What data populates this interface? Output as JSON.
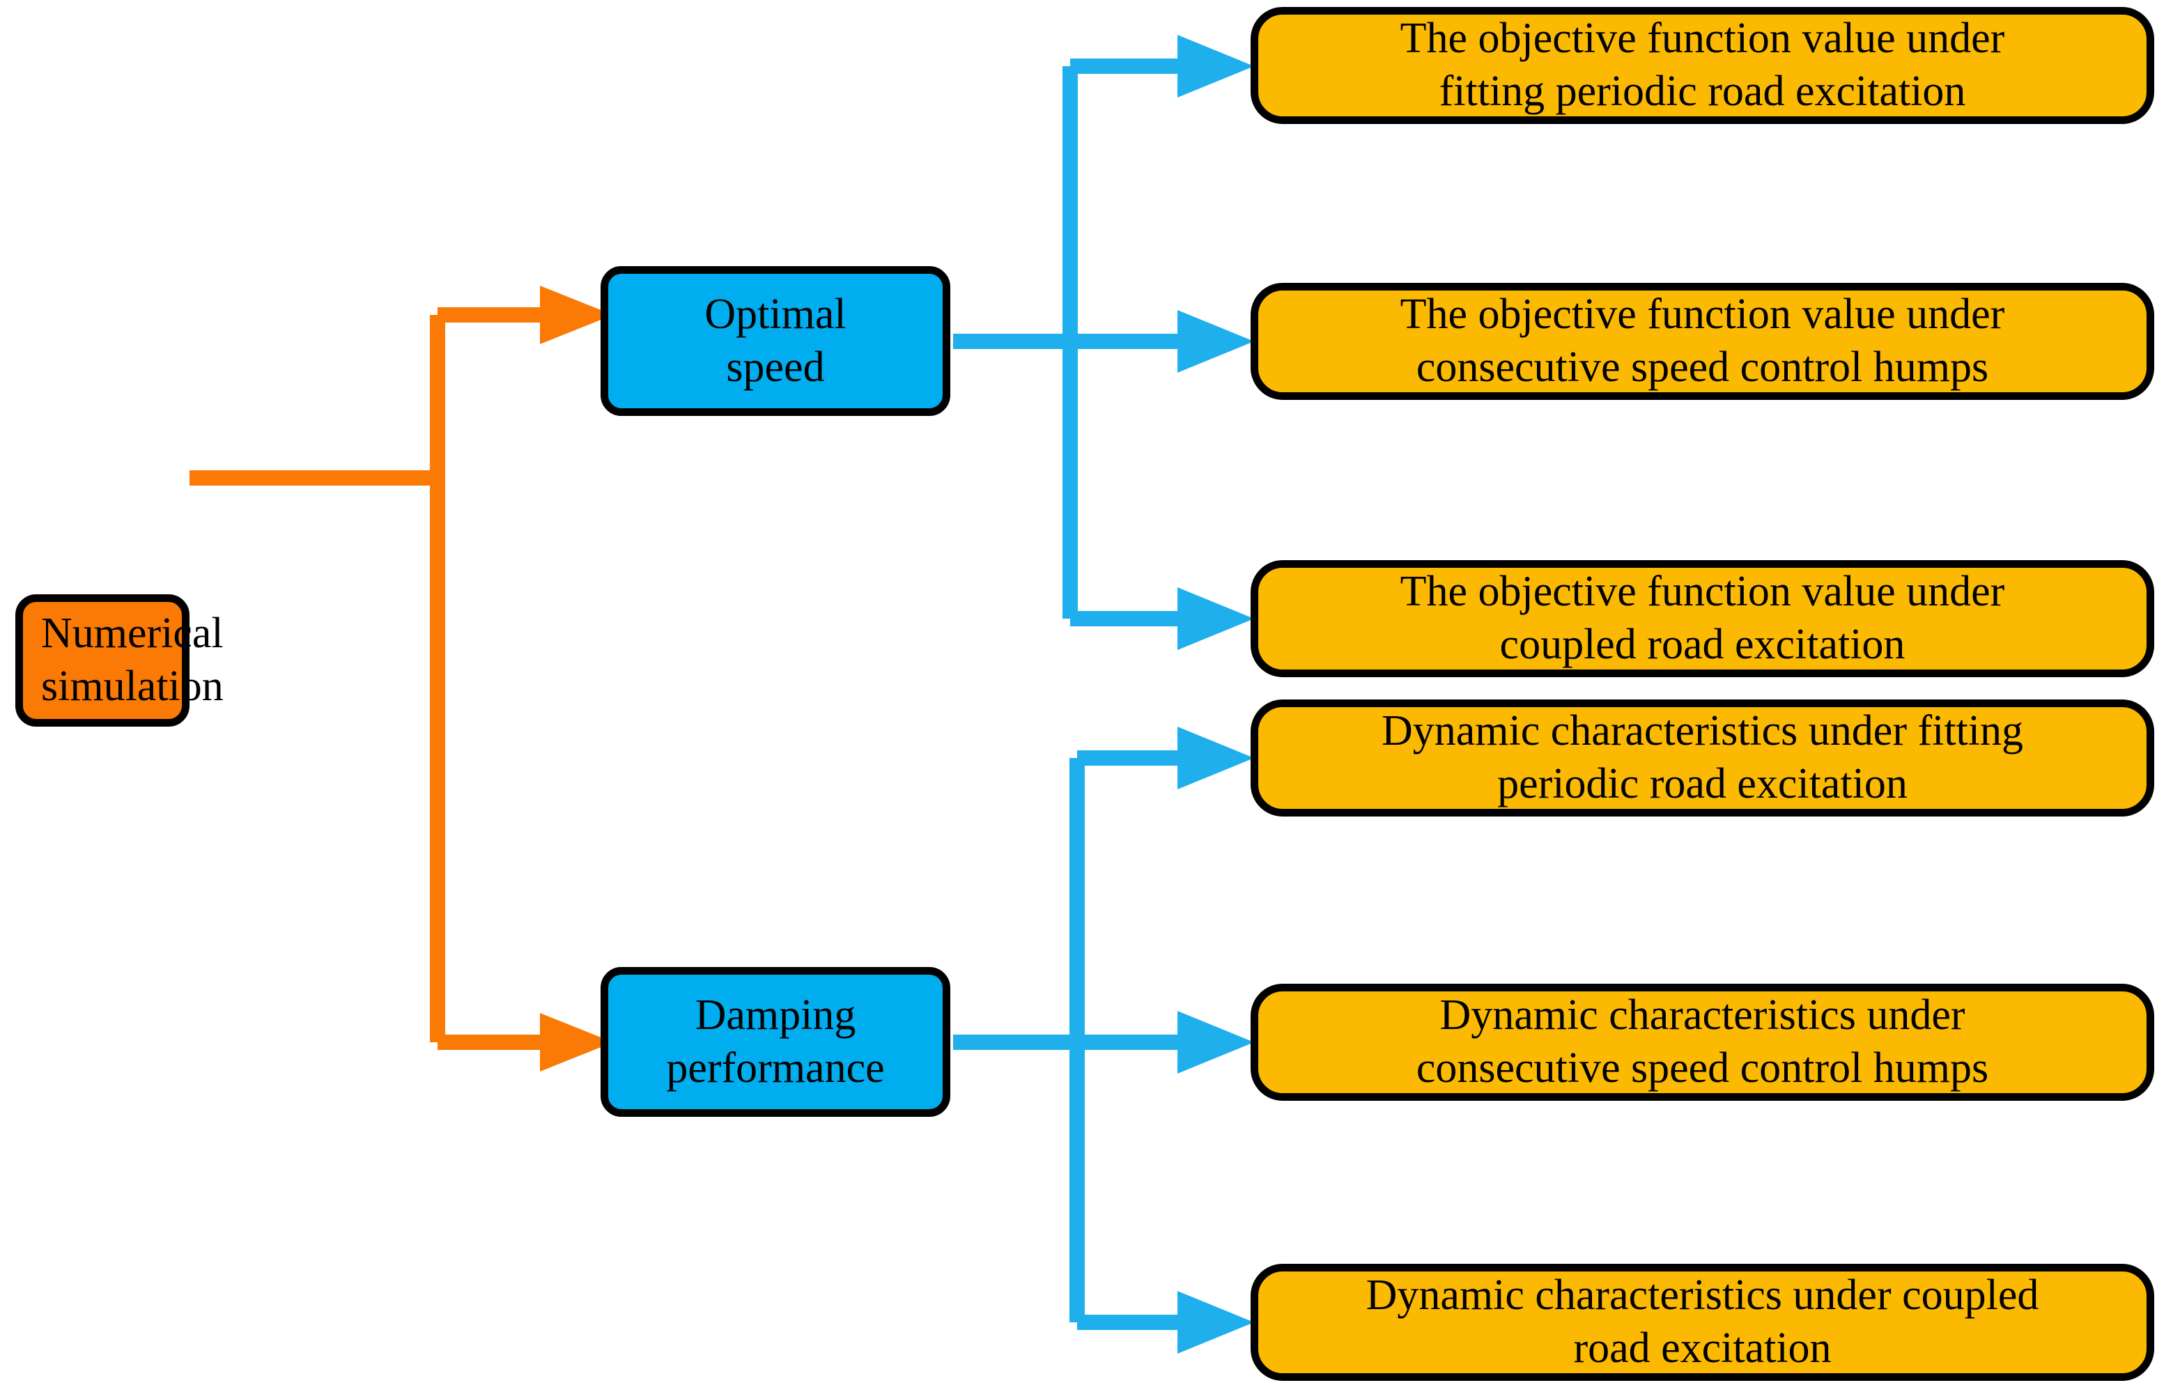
{
  "diagram": {
    "title": "Numerical simulation flowchart",
    "colors": {
      "root_fill": "#FA7A05",
      "branch_fill": "#00AEEF",
      "leaf_fill": "#FBB901",
      "border": "#000000",
      "orange_connector": "#FA7A05",
      "blue_connector": "#1FAFEC",
      "background": "#FFFFFF"
    },
    "root": {
      "label": "Numerical\nsimulation",
      "line1": "Numerical",
      "line2": "simulation"
    },
    "branches": [
      {
        "id": "optimal-speed",
        "label": "Optimal\nspeed",
        "line1": "Optimal",
        "line2": "speed",
        "leaves": [
          {
            "id": "obj-fitting-periodic",
            "line1": "The objective function value under",
            "line2": "fitting periodic road excitation",
            "label": "The objective function value under fitting periodic road excitation"
          },
          {
            "id": "obj-consecutive-humps",
            "line1": "The objective function value under",
            "line2": "consecutive speed control humps",
            "label": "The objective function value under consecutive speed control humps"
          },
          {
            "id": "obj-coupled-road",
            "line1": "The objective function value under",
            "line2": "coupled road excitation",
            "label": "The objective function value under coupled road excitation"
          }
        ]
      },
      {
        "id": "damping-performance",
        "label": "Damping\nperformance",
        "line1": "Damping",
        "line2": "performance",
        "leaves": [
          {
            "id": "dyn-fitting-periodic",
            "line1": "Dynamic characteristics under fitting",
            "line2": "periodic road excitation",
            "label": "Dynamic characteristics under fitting periodic road excitation"
          },
          {
            "id": "dyn-consecutive-humps",
            "line1": "Dynamic characteristics under",
            "line2": "consecutive speed control humps",
            "label": "Dynamic characteristics under consecutive speed control humps"
          },
          {
            "id": "dyn-coupled-road",
            "line1": "Dynamic characteristics under coupled",
            "line2": "road excitation",
            "label": "Dynamic characteristics under coupled road excitation"
          }
        ]
      }
    ]
  }
}
